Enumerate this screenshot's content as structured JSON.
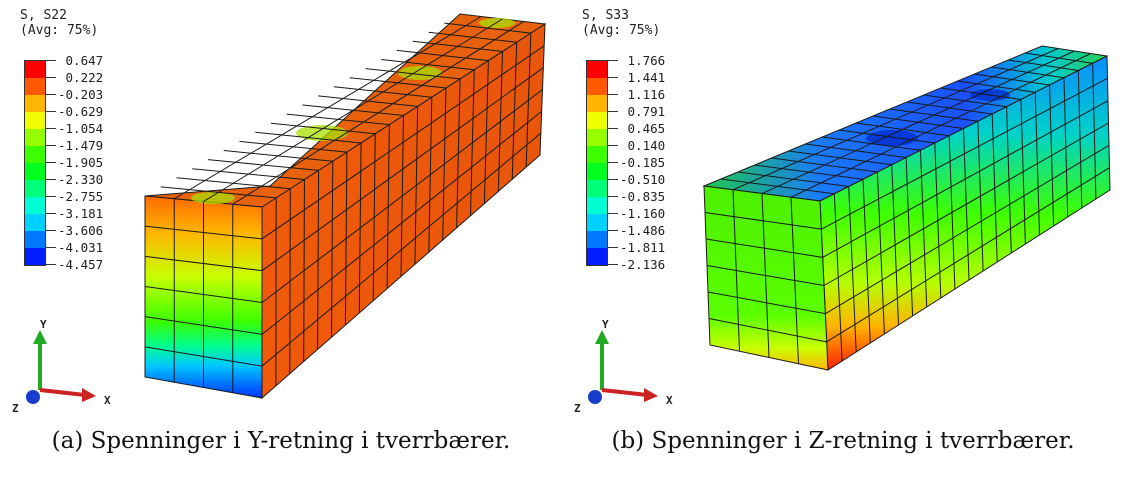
{
  "panels": [
    {
      "title": "S, S22",
      "avg": "(Avg: 75%)",
      "legend_values": [
        "0.647",
        "0.222",
        "-0.203",
        "-0.629",
        "-1.054",
        "-1.479",
        "-1.905",
        "-2.330",
        "-2.755",
        "-3.181",
        "-3.606",
        "-4.031",
        "-4.457"
      ],
      "axes": {
        "y": "Y",
        "x": "X",
        "z": "Z"
      },
      "caption": "(a) Spenninger i Y-retning i tverrbærer."
    },
    {
      "title": "S, S33",
      "avg": "(Avg: 75%)",
      "legend_values": [
        "1.766",
        "1.441",
        "1.116",
        "0.791",
        "0.465",
        "0.140",
        "-0.185",
        "-0.510",
        "-0.835",
        "-1.160",
        "-1.486",
        "-1.811",
        "-2.136"
      ],
      "axes": {
        "y": "Y",
        "x": "X",
        "z": "Z"
      },
      "caption": "(b) Spenninger i Z-retning i tverrbærer."
    }
  ],
  "colors": {
    "contour": [
      "#ff0000",
      "#ff5a00",
      "#ffb400",
      "#f0ff00",
      "#96ff00",
      "#3cff00",
      "#00ff1e",
      "#00ff78",
      "#00ffd2",
      "#00d2ff",
      "#0078ff",
      "#001eff"
    ],
    "mesh_line": "#1a1a1a",
    "axis_y": "#22aa22",
    "axis_x": "#cc2222",
    "axis_z": "#1a3ccc"
  }
}
